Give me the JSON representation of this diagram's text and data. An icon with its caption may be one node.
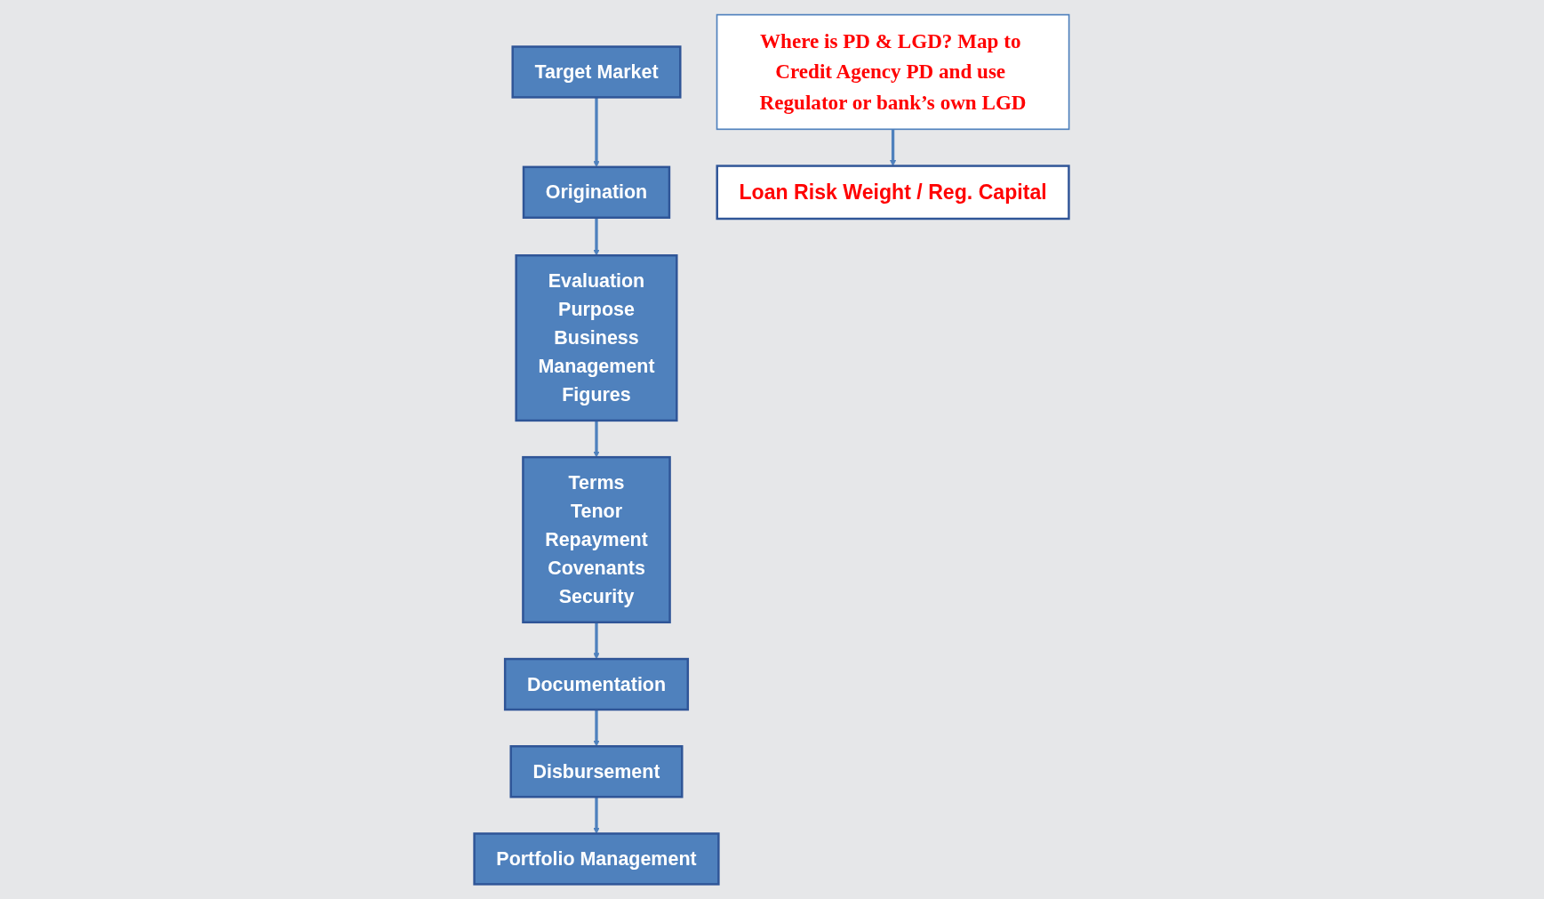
{
  "diagram": {
    "nodes": [
      {
        "text": [
          "Target Market"
        ]
      },
      {
        "text": [
          "Origination"
        ]
      },
      {
        "text": [
          "Evaluation",
          "Purpose",
          "Business",
          "Management",
          "Figures"
        ]
      },
      {
        "text": [
          "Terms",
          "Tenor",
          "Repayment",
          "Covenants",
          "Security"
        ]
      },
      {
        "text": [
          "Where is PD & LGD? Map to Credit Agency PD and use Regulator or bank’s own LGD"
        ]
      },
      {
        "text": [
          "Loan Risk Weight / Reg. Capital"
        ]
      },
      {
        "text": [
          "Documentation"
        ]
      },
      {
        "text": [
          "Disbursement"
        ]
      },
      {
        "text": [
          "Portfolio Management"
        ]
      }
    ],
    "edges": [
      {
        "from": 0,
        "to": 1,
        "arrow": "to"
      },
      {
        "from": 1,
        "to": 2,
        "arrow": "to"
      },
      {
        "from": 2,
        "to": 3,
        "arrow": "to"
      },
      {
        "from": 3,
        "to": 6,
        "arrow": "to"
      },
      {
        "from": 6,
        "to": 7,
        "arrow": "to"
      },
      {
        "from": 7,
        "to": 8,
        "arrow": "to"
      },
      {
        "from": 4,
        "to": 5,
        "arrow": "to"
      }
    ]
  }
}
